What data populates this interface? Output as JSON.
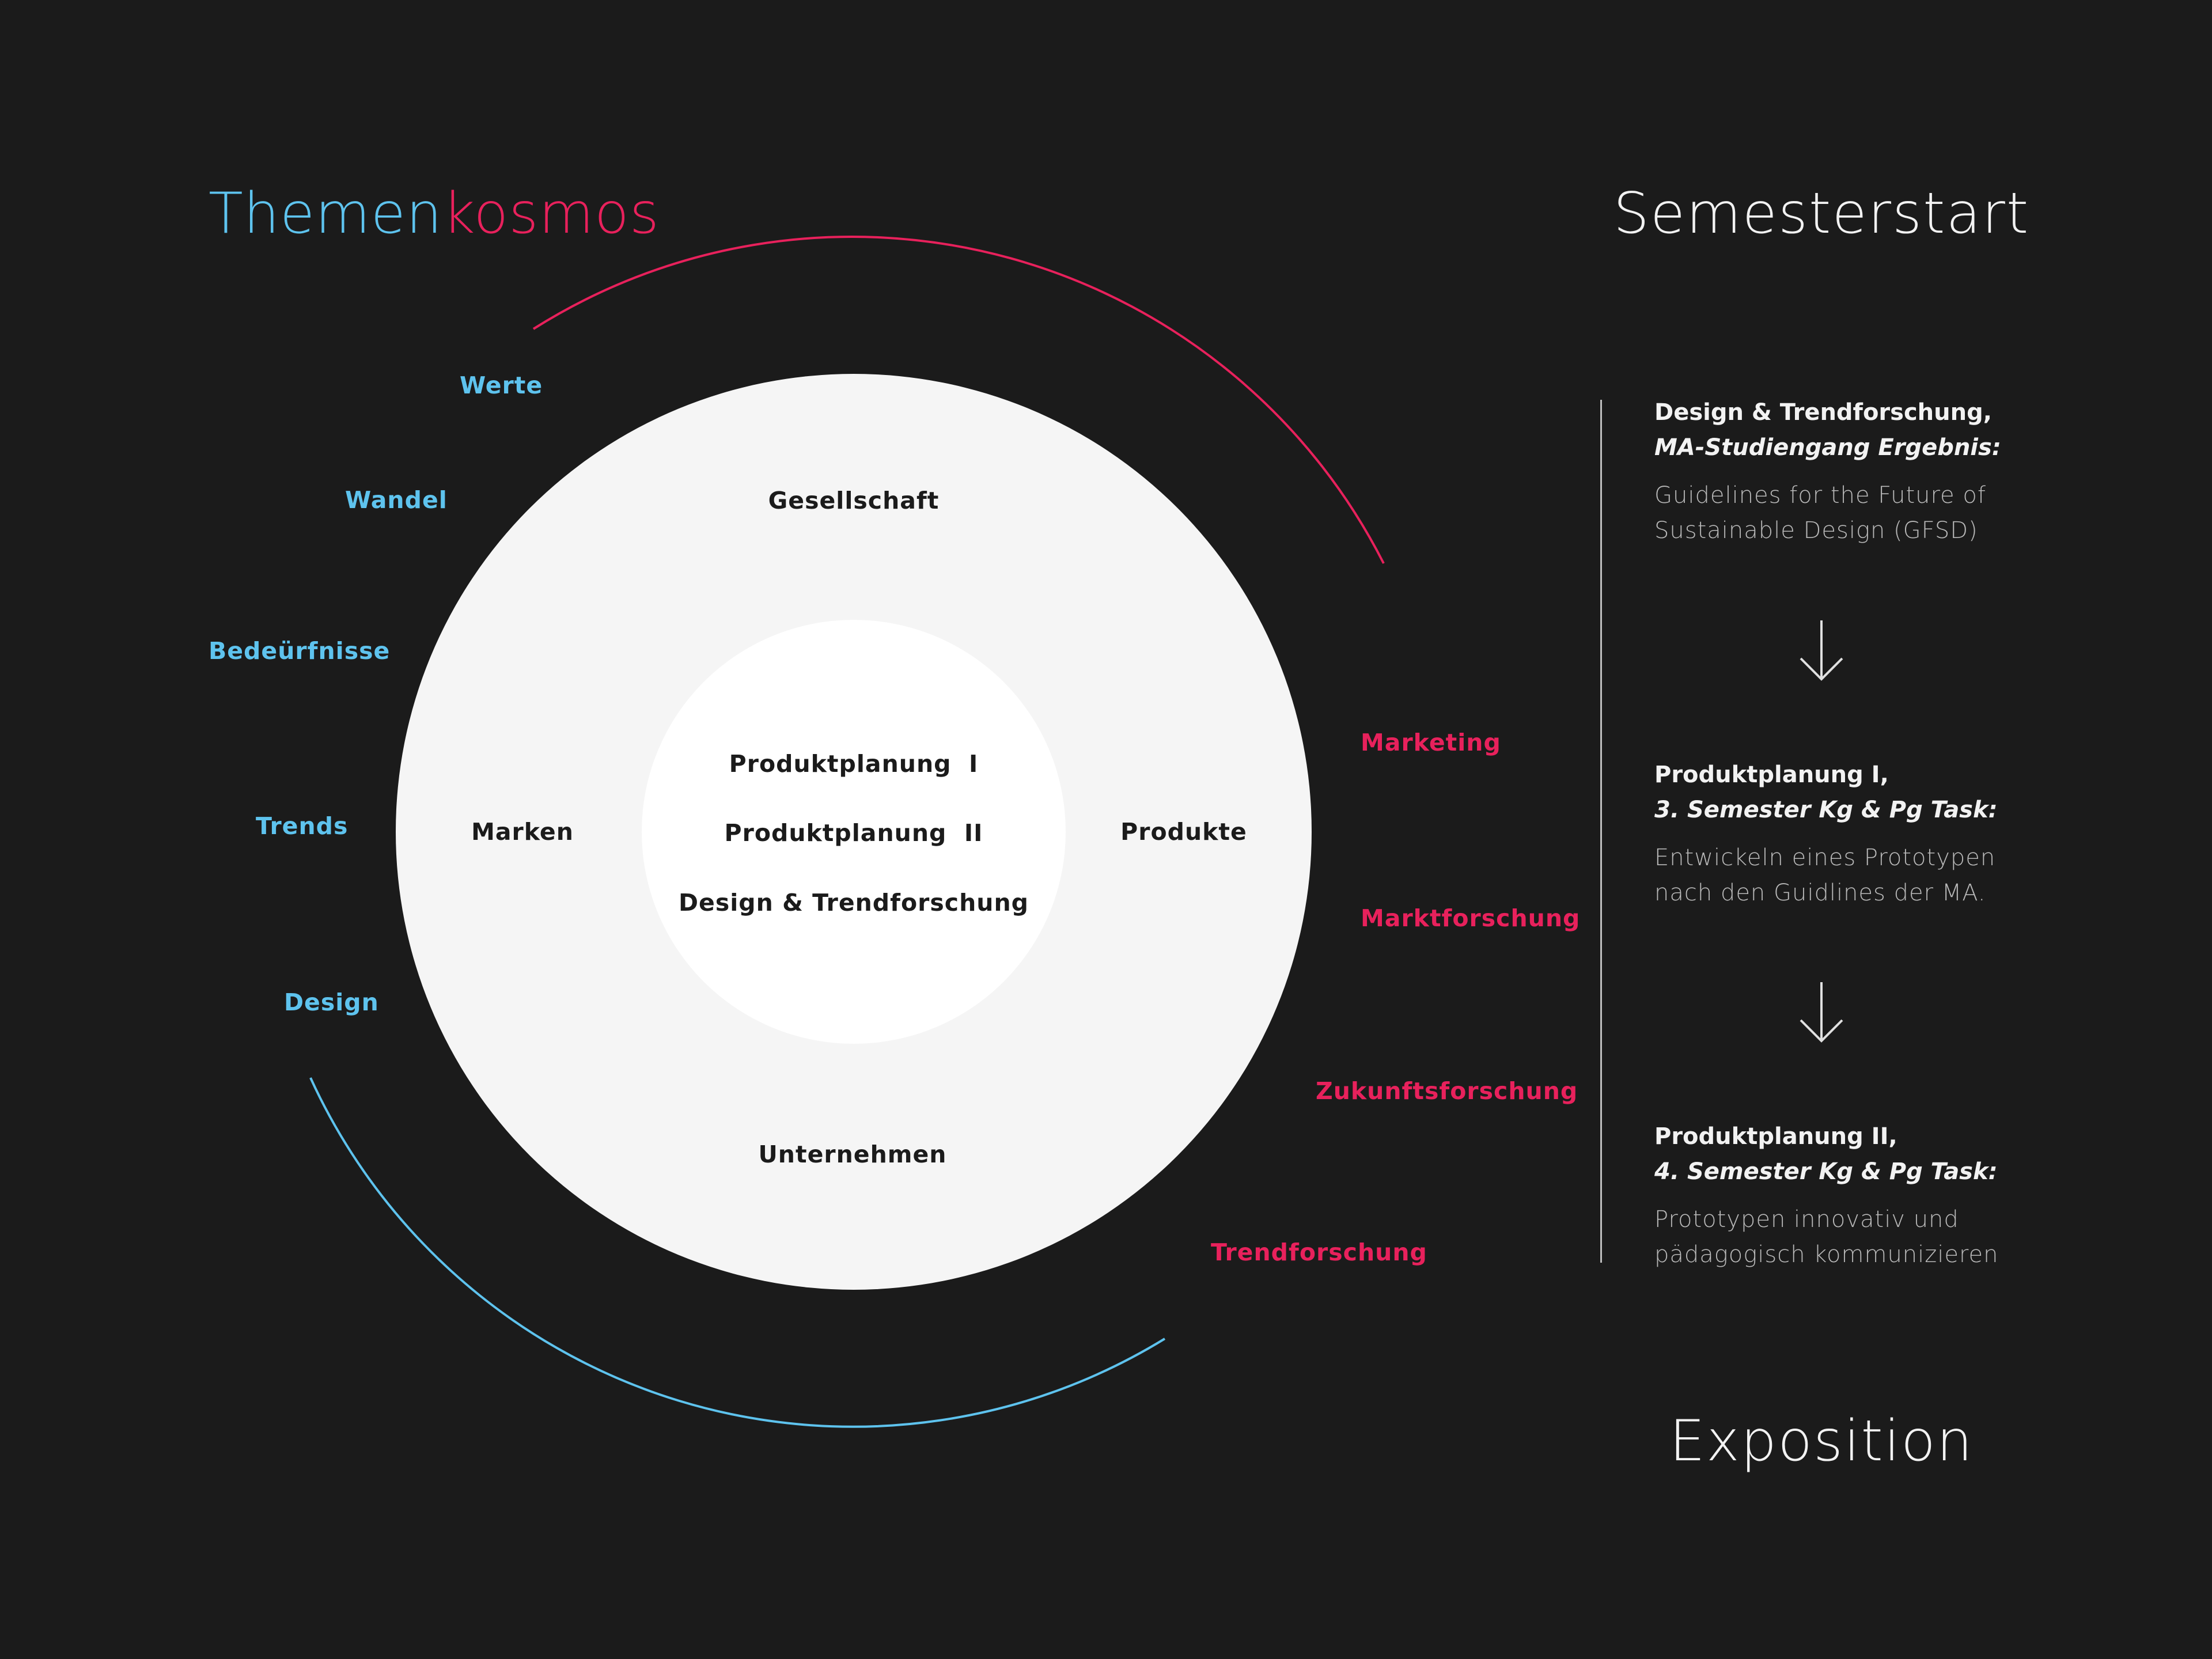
{
  "title": {
    "part1": "Themen",
    "part2": "kosmos"
  },
  "colors": {
    "background": "#1b1b1b",
    "blue": "#5ec3ee",
    "pink": "#e8215c",
    "outer_circle": "#f5f5f5",
    "inner_circle": "#ffffff"
  },
  "left_labels": [
    "Werte",
    "Wandel",
    "Bedeürfnisse",
    "Trends",
    "Design"
  ],
  "right_labels": [
    "Marketing",
    "Marktforschung",
    "Zukunftsforschung",
    "Trendforschung"
  ],
  "ring_labels": {
    "top": "Gesellschaft",
    "left": "Marken",
    "right": "Produkte",
    "bottom": "Unternehmen"
  },
  "center_labels": [
    "Produktplanung  I",
    "Produktplanung  II",
    "Design & Trendforschung"
  ],
  "timeline": {
    "start": "Semesterstart",
    "end": "Exposition",
    "steps": [
      {
        "head1": "Design & Trendforschung,",
        "head2": "MA-Studiengang Ergebnis:",
        "body1": "Guidelines for the Future of",
        "body2": "Sustainable Design (GFSD)"
      },
      {
        "head1": "Produktplanung I,",
        "head2": "3. Semester Kg & Pg Task:",
        "body1": "Entwickeln eines Prototypen",
        "body2": "nach den Guidlines der MA."
      },
      {
        "head1": "Produktplanung II,",
        "head2": "4. Semester Kg & Pg Task:",
        "body1": "Prototypen innovativ und",
        "body2": "pädagogisch kommunizieren"
      }
    ]
  }
}
